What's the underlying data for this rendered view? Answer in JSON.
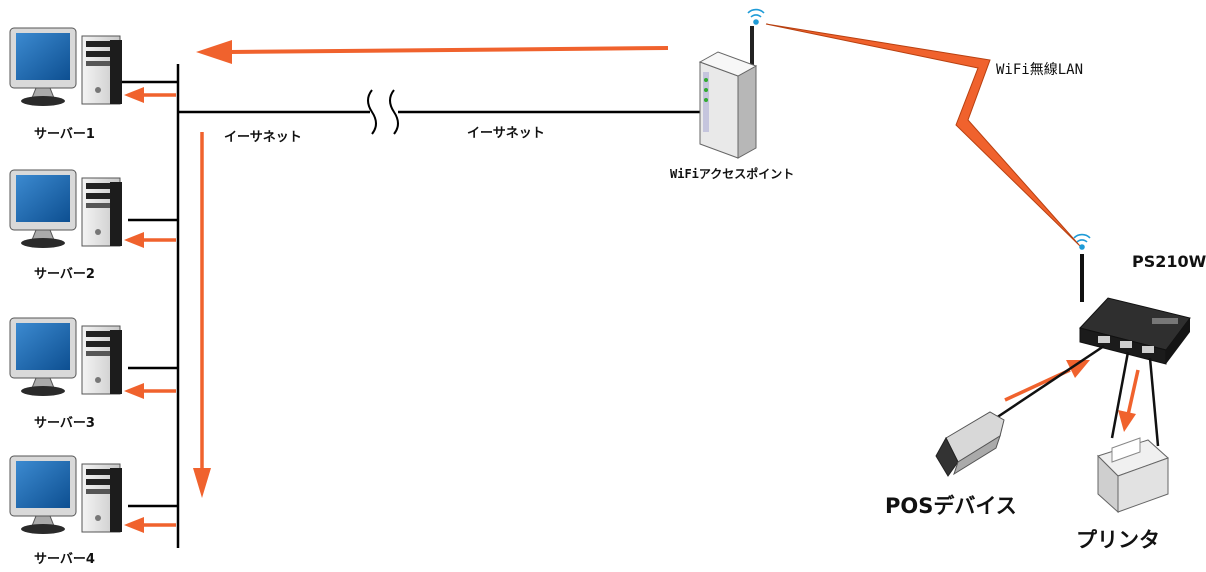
{
  "servers": [
    {
      "label": "サーバー1"
    },
    {
      "label": "サーバー2"
    },
    {
      "label": "サーバー3"
    },
    {
      "label": "サーバー4"
    }
  ],
  "ethernet": {
    "left_label": "イーサネット",
    "right_label": "イーサネット"
  },
  "access_point": {
    "label": "WiFiアクセスポイント"
  },
  "wireless": {
    "label": "WiFi無線LAN"
  },
  "device_server": {
    "label": "PS210W"
  },
  "pos_device": {
    "label": "POSデバイス"
  },
  "printer": {
    "label": "プリンタ"
  },
  "colors": {
    "arrow": "#f0622d",
    "screen": "#1a6ab0",
    "line": "#000000"
  }
}
